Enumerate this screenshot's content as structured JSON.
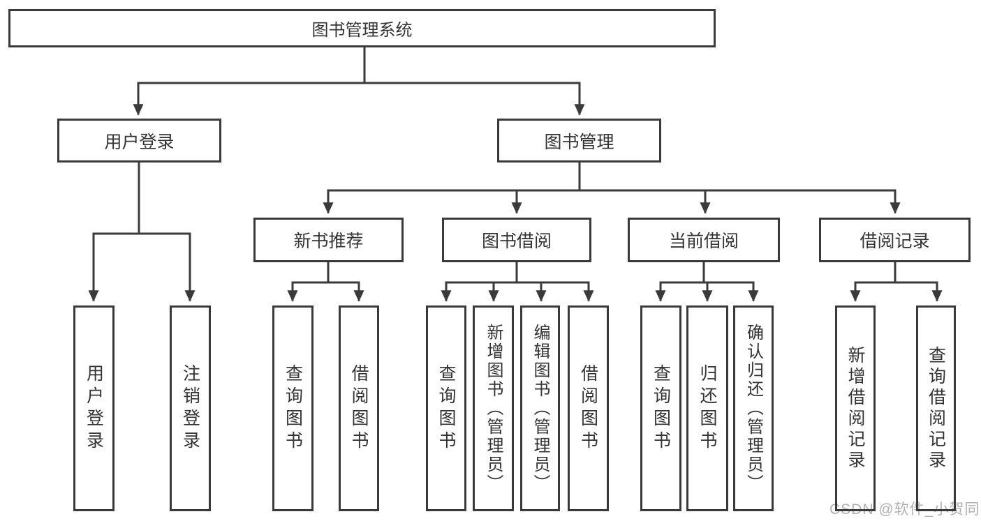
{
  "diagram": {
    "title": "图书管理系统",
    "kind": "hierarchy-tree"
  },
  "colors": {
    "border": "#3a3a3a",
    "line": "#3a3a3a",
    "text": "#333333",
    "watermark": "#b0b0b0",
    "background": "#ffffff"
  },
  "tree": {
    "label": "图书管理系统",
    "children": [
      {
        "label": "用户登录",
        "children": [
          {
            "label": "用户登录"
          },
          {
            "label": "注销登录"
          }
        ]
      },
      {
        "label": "图书管理",
        "children": [
          {
            "label": "新书推荐",
            "children": [
              {
                "label": "查询图书"
              },
              {
                "label": "借阅图书"
              }
            ]
          },
          {
            "label": "图书借阅",
            "children": [
              {
                "label": "查询图书"
              },
              {
                "label": "新增图书（管理员）"
              },
              {
                "label": "编辑图书（管理员）"
              },
              {
                "label": "借阅图书"
              }
            ]
          },
          {
            "label": "当前借阅",
            "children": [
              {
                "label": "查询图书"
              },
              {
                "label": "归还图书"
              },
              {
                "label": "确认归还（管理员）"
              }
            ]
          },
          {
            "label": "借阅记录",
            "children": [
              {
                "label": "新增借阅记录"
              },
              {
                "label": "查询借阅记录"
              }
            ]
          }
        ]
      }
    ]
  },
  "watermark": {
    "text": "CSDN @软件_小贺同学"
  }
}
